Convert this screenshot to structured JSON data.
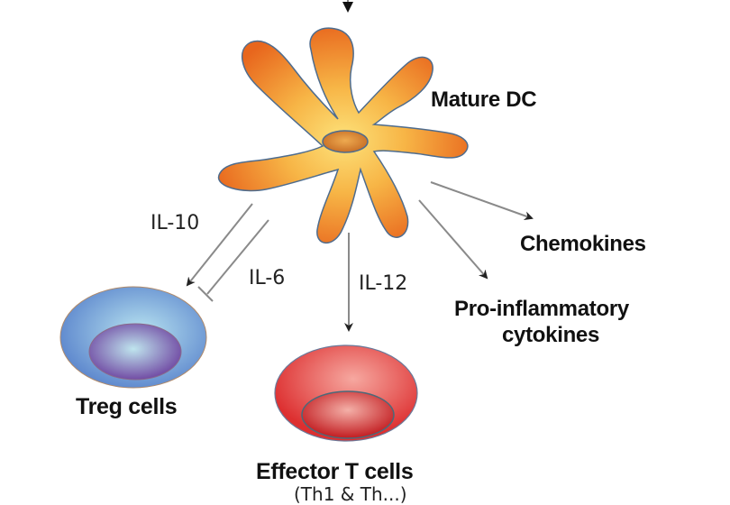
{
  "diagram": {
    "nodes": {
      "mature_dc": {
        "label": "Mature DC"
      },
      "treg": {
        "label": "Treg cells"
      },
      "effector": {
        "label": "Effector T cells",
        "sublabel": "(Th1 & Th...)"
      },
      "chemokines": {
        "label": "Chemokines"
      },
      "proinflammatory": {
        "label_line1": "Pro-inflammatory",
        "label_line2": "cytokines"
      }
    },
    "edges": [
      {
        "from": "mature_dc",
        "to": "treg",
        "label": "IL-10",
        "type": "activation"
      },
      {
        "from": "mature_dc",
        "to": "treg",
        "label": "IL-6",
        "type": "inhibition"
      },
      {
        "from": "mature_dc",
        "to": "effector",
        "label": "IL-12",
        "type": "activation"
      },
      {
        "from": "mature_dc",
        "to": "chemokines",
        "label": "",
        "type": "activation"
      },
      {
        "from": "mature_dc",
        "to": "proinflammatory",
        "label": "",
        "type": "activation"
      }
    ],
    "colors": {
      "dc_fill": "#f08a2a",
      "dc_center": "#fcd35a",
      "treg_fill": "#6f98d8",
      "treg_nucleus": "#7b5bb0",
      "effector_fill": "#e53b3b",
      "arrow": "#8a8a8a"
    }
  }
}
